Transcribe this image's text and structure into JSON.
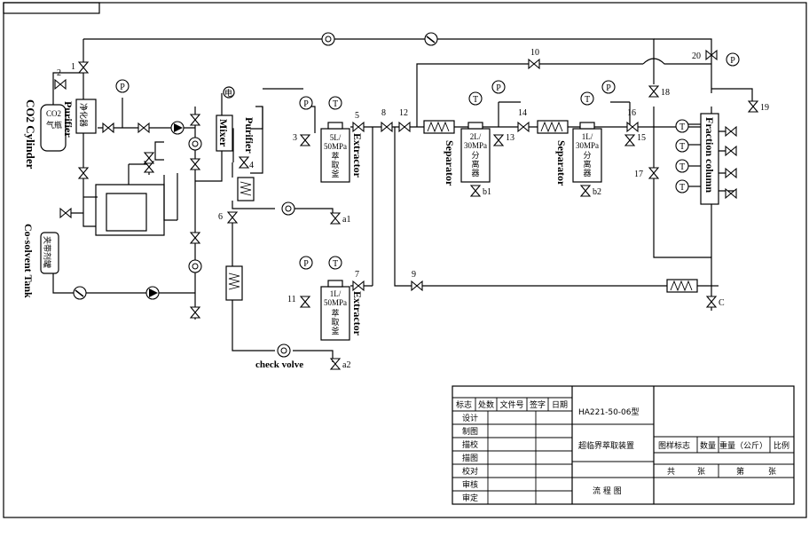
{
  "labels": {
    "co2_cylinder": "CO2 Cylinder",
    "purifier_left": "Purifier",
    "purifier_mid": "Purifier",
    "mixer": "Mixer",
    "cosolvent_tank": "Co-solvent Tank",
    "extractor_1": "Extractor",
    "extractor_2": "Extractor",
    "separator_1": "Separator",
    "separator_2": "Separator",
    "fraction_column": "Fraction column",
    "check_valve": "check volve",
    "co2_box": "CO2",
    "co2_box_sub": "气瓶",
    "purifier_box": "净化器",
    "cosolvent_box": "夹带剂罐",
    "vessel_ext1": [
      "5L/",
      "50MPa",
      "萃",
      "取",
      "釜"
    ],
    "vessel_ext2": [
      "1L/",
      "50MPa",
      "萃",
      "取",
      "釜"
    ],
    "vessel_sep1": [
      "2L/",
      "30MPa",
      "分",
      "离",
      "器"
    ],
    "vessel_sep2": [
      "1L/",
      "30MPa",
      "分",
      "离",
      "器"
    ],
    "pressure_symbol": "P",
    "temperature_symbol": "T",
    "motor_symbol": "电"
  },
  "valves": [
    "1",
    "2",
    "3",
    "4",
    "5",
    "6",
    "7",
    "8",
    "9",
    "10",
    "11",
    "12",
    "13",
    "14",
    "15",
    "16",
    "17",
    "18",
    "19",
    "20",
    "a1",
    "a2",
    "b1",
    "b2",
    "C"
  ],
  "title_block": {
    "header": [
      "标志",
      "处数",
      "文件号",
      "签字",
      "日期"
    ],
    "roles": [
      "设计",
      "制图",
      "描校",
      "描图",
      "校对",
      "审核",
      "审定"
    ],
    "model": "HA221-50-06型",
    "name": "超临界萃取装置",
    "drawing": "流 程 图",
    "fields": [
      "图样标志",
      "数量",
      "重量（公斤）",
      "比例"
    ],
    "sheets_total": "共",
    "sheets_unit": "张",
    "sheet_no": "第",
    "sheet_unit": "张"
  }
}
